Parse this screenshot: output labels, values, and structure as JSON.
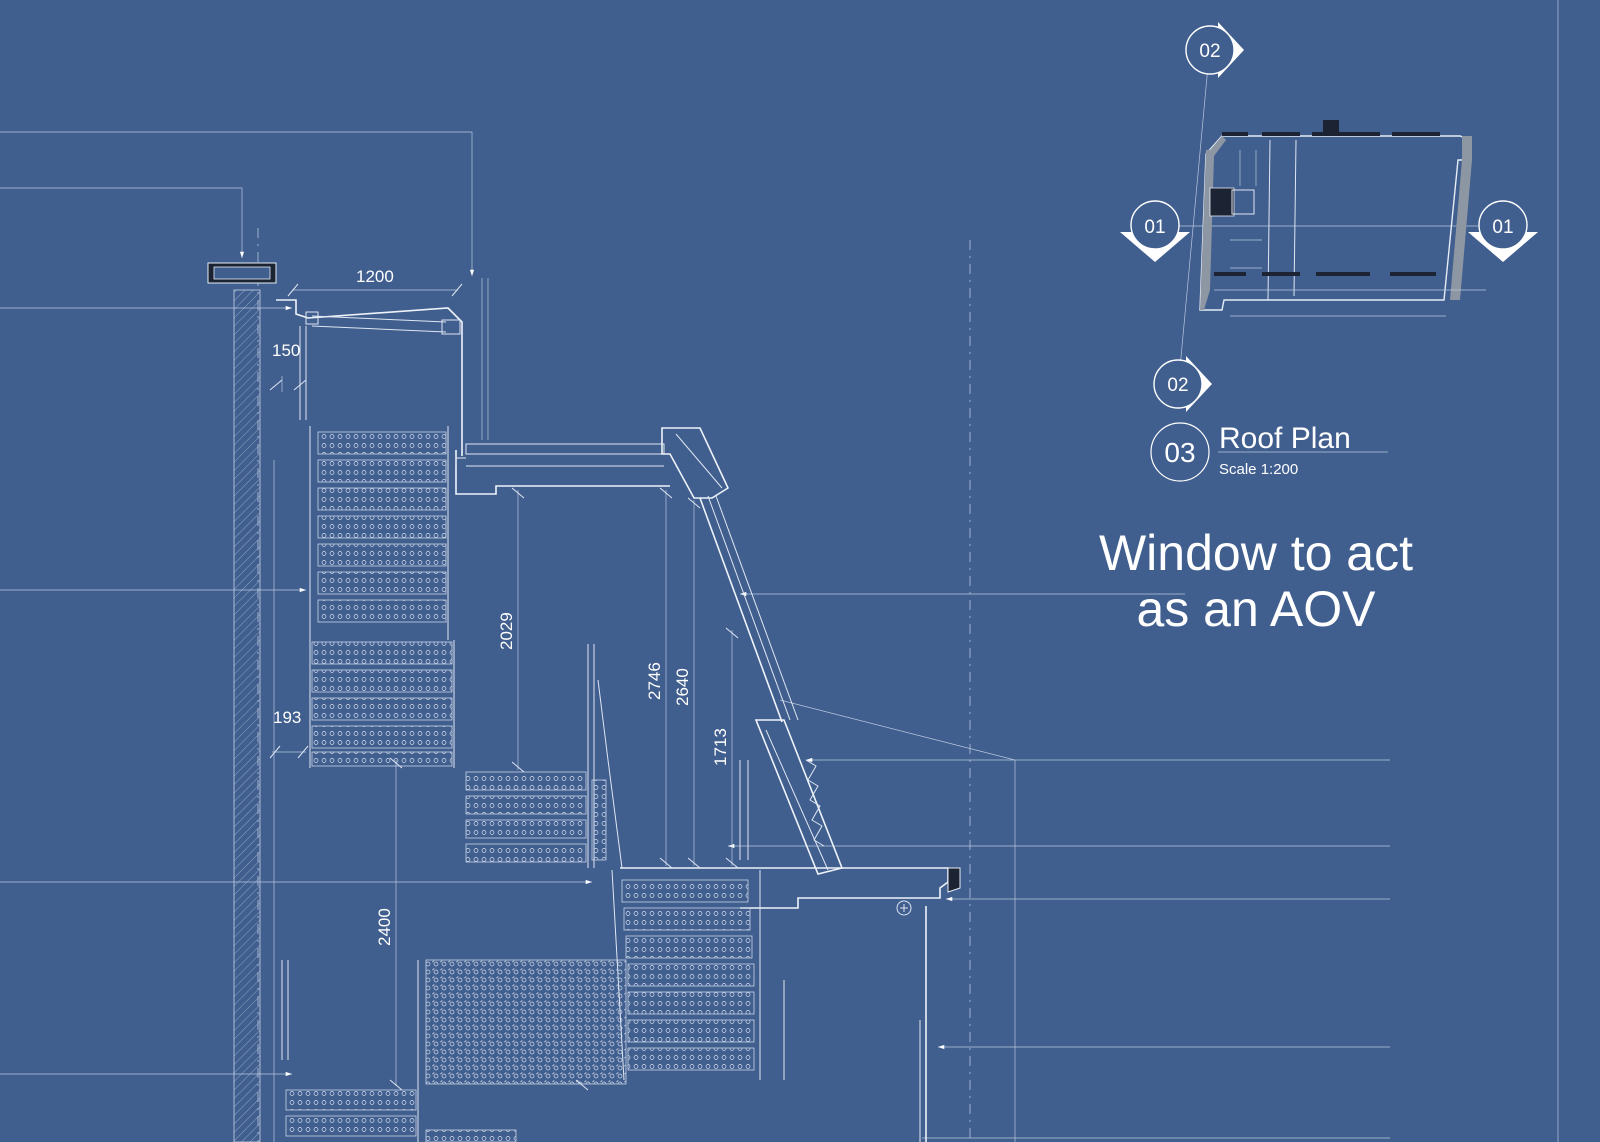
{
  "dimensions": {
    "d1200": "1200",
    "d150": "150",
    "d193": "193",
    "d2029": "2029",
    "d2746": "2746",
    "d2640": "2640",
    "d1713": "1713",
    "d2400": "2400"
  },
  "section_markers": {
    "top": "02",
    "bottom": "02",
    "left": "01",
    "right": "01"
  },
  "plan_label": {
    "number": "03",
    "title": "Roof Plan",
    "scale": "Scale 1:200"
  },
  "annotation": {
    "line1": "Window to act",
    "line2": "as an AOV"
  },
  "colors": {
    "background": "#405e8e",
    "linework": "#dfe7f3"
  }
}
